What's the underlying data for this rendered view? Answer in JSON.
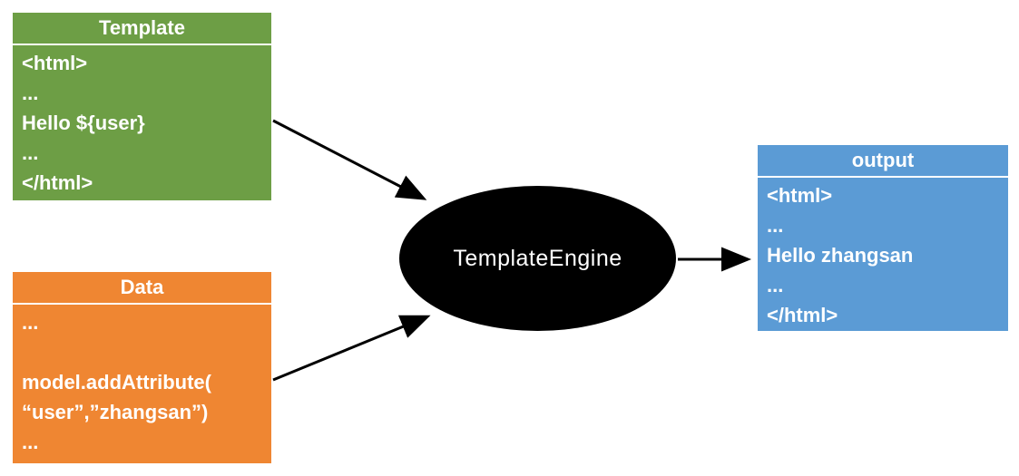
{
  "diagram": {
    "template_box": {
      "title": "Template",
      "color": "#6d9e45",
      "lines": [
        "<html>",
        "...",
        "Hello ${user}",
        "...",
        "</html>"
      ]
    },
    "data_box": {
      "title": "Data",
      "color": "#ef8632",
      "lines": [
        "...",
        "",
        "model.addAttribute(",
        "“user”,”zhangsan”)",
        "..."
      ]
    },
    "engine": {
      "label": "TemplateEngine",
      "color": "#000000",
      "text_color": "#ffffff"
    },
    "output_box": {
      "title": "output",
      "color": "#5b9bd5",
      "lines": [
        "<html>",
        "...",
        "Hello zhangsan",
        "...",
        "</html>"
      ]
    },
    "arrows": [
      {
        "from": "template_box",
        "to": "engine"
      },
      {
        "from": "data_box",
        "to": "engine"
      },
      {
        "from": "engine",
        "to": "output_box"
      }
    ]
  }
}
